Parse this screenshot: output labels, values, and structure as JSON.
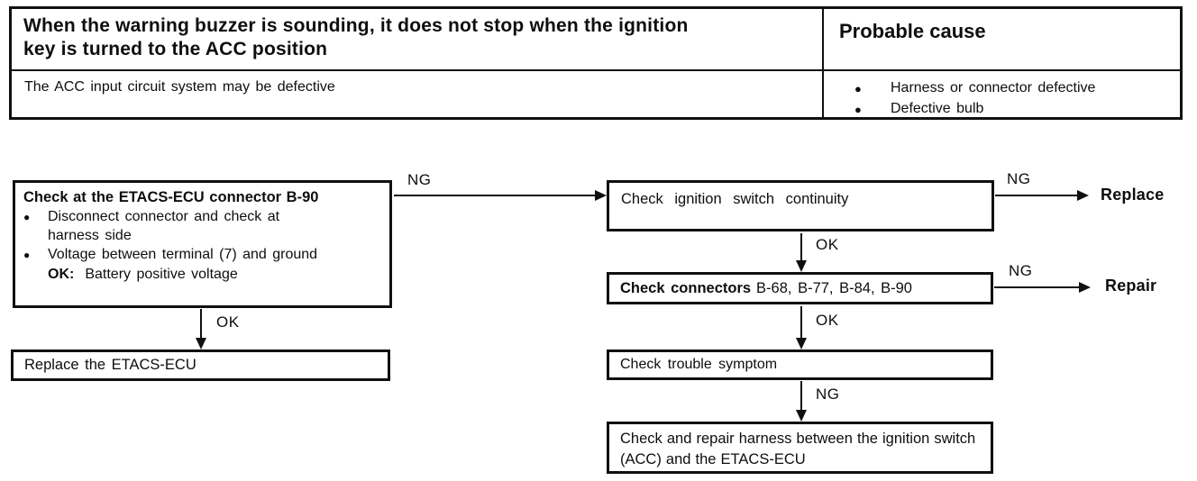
{
  "glyphs": {
    "bullet": "●"
  },
  "table": {
    "symptom_header": "When the warning buzzer is sounding, it does not stop when the ignition key is turned to the ACC position",
    "cause_header": "Probable cause",
    "symptom_detail": "The ACC input circuit system may be defective",
    "causes": [
      "Harness or connector defective",
      "Defective bulb"
    ]
  },
  "flow": {
    "check_ecu": {
      "title": "Check at the ETACS-ECU connector B-90",
      "bullet1": "Disconnect connector and check at harness side",
      "bullet2": "Voltage between terminal (7) and ground",
      "ok_key": "OK:",
      "ok_value": "Battery positive voltage"
    },
    "replace_ecu": "Replace the ETACS-ECU",
    "check_ignition": "Check ignition switch continuity",
    "check_connectors_label": "Check connectors",
    "check_connectors_ids": "B-68, B-77, B-84, B-90",
    "check_symptom": "Check trouble symptom",
    "check_harness": "Check and repair harness between the ignition switch (ACC) and the ETACS-ECU",
    "ng": "NG",
    "ok": "OK",
    "replace": "Replace",
    "repair": "Repair"
  }
}
